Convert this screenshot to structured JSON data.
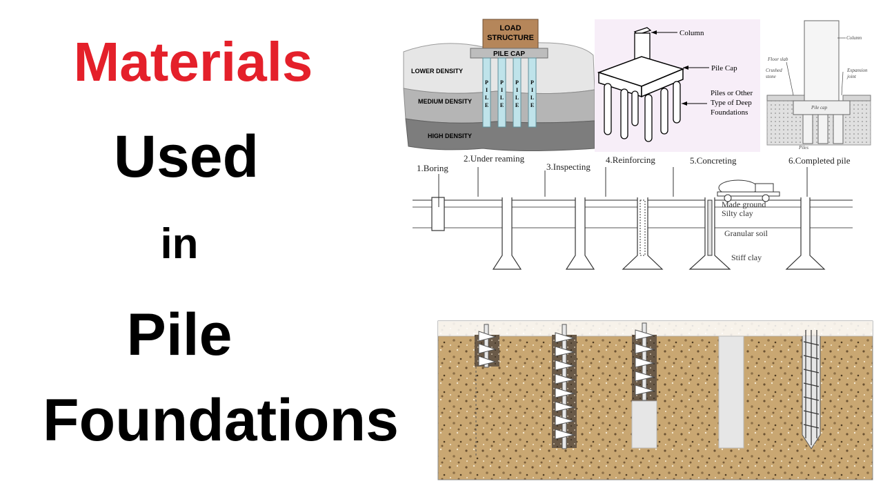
{
  "title": {
    "line1": "Materials",
    "line2": "Used",
    "line3": "in",
    "line4": "Pile",
    "line5": "Foundations"
  },
  "soil_diagram": {
    "load_label_1": "LOAD",
    "load_label_2": "STRUCTURE",
    "pile_cap": "PILE CAP",
    "lower": "LOWER DENSITY",
    "medium": "MEDIUM DENSITY",
    "high": "HIGH DENSITY",
    "pile_letters": [
      "P",
      "I",
      "L",
      "E"
    ]
  },
  "cap_diagram": {
    "column": "Column",
    "pile_cap": "Pile Cap",
    "piles_1": "Piles or Other",
    "piles_2": "Type of Deep",
    "piles_3": "Foundations"
  },
  "section_diagram": {
    "column": "Column",
    "floor_slab": "Floor slab",
    "crushed_1": "Crushed",
    "crushed_2": "stone",
    "expansion_1": "Expansion",
    "expansion_2": "joint",
    "pile_cap": "Pile cap",
    "piles": "Piles"
  },
  "steps_diagram": {
    "steps": [
      "1.Boring",
      "2.Under reaming",
      "3.Inspecting",
      "4.Reinforcing",
      "5.Concreting",
      "6.Completed pile"
    ],
    "layers": [
      "Made ground",
      "Silty clay",
      "Granular soil",
      "Stiff clay"
    ]
  },
  "colors": {
    "red": "#e4202a",
    "soil_brown": "#c9a772",
    "cap_panel": "#f7eef8"
  }
}
